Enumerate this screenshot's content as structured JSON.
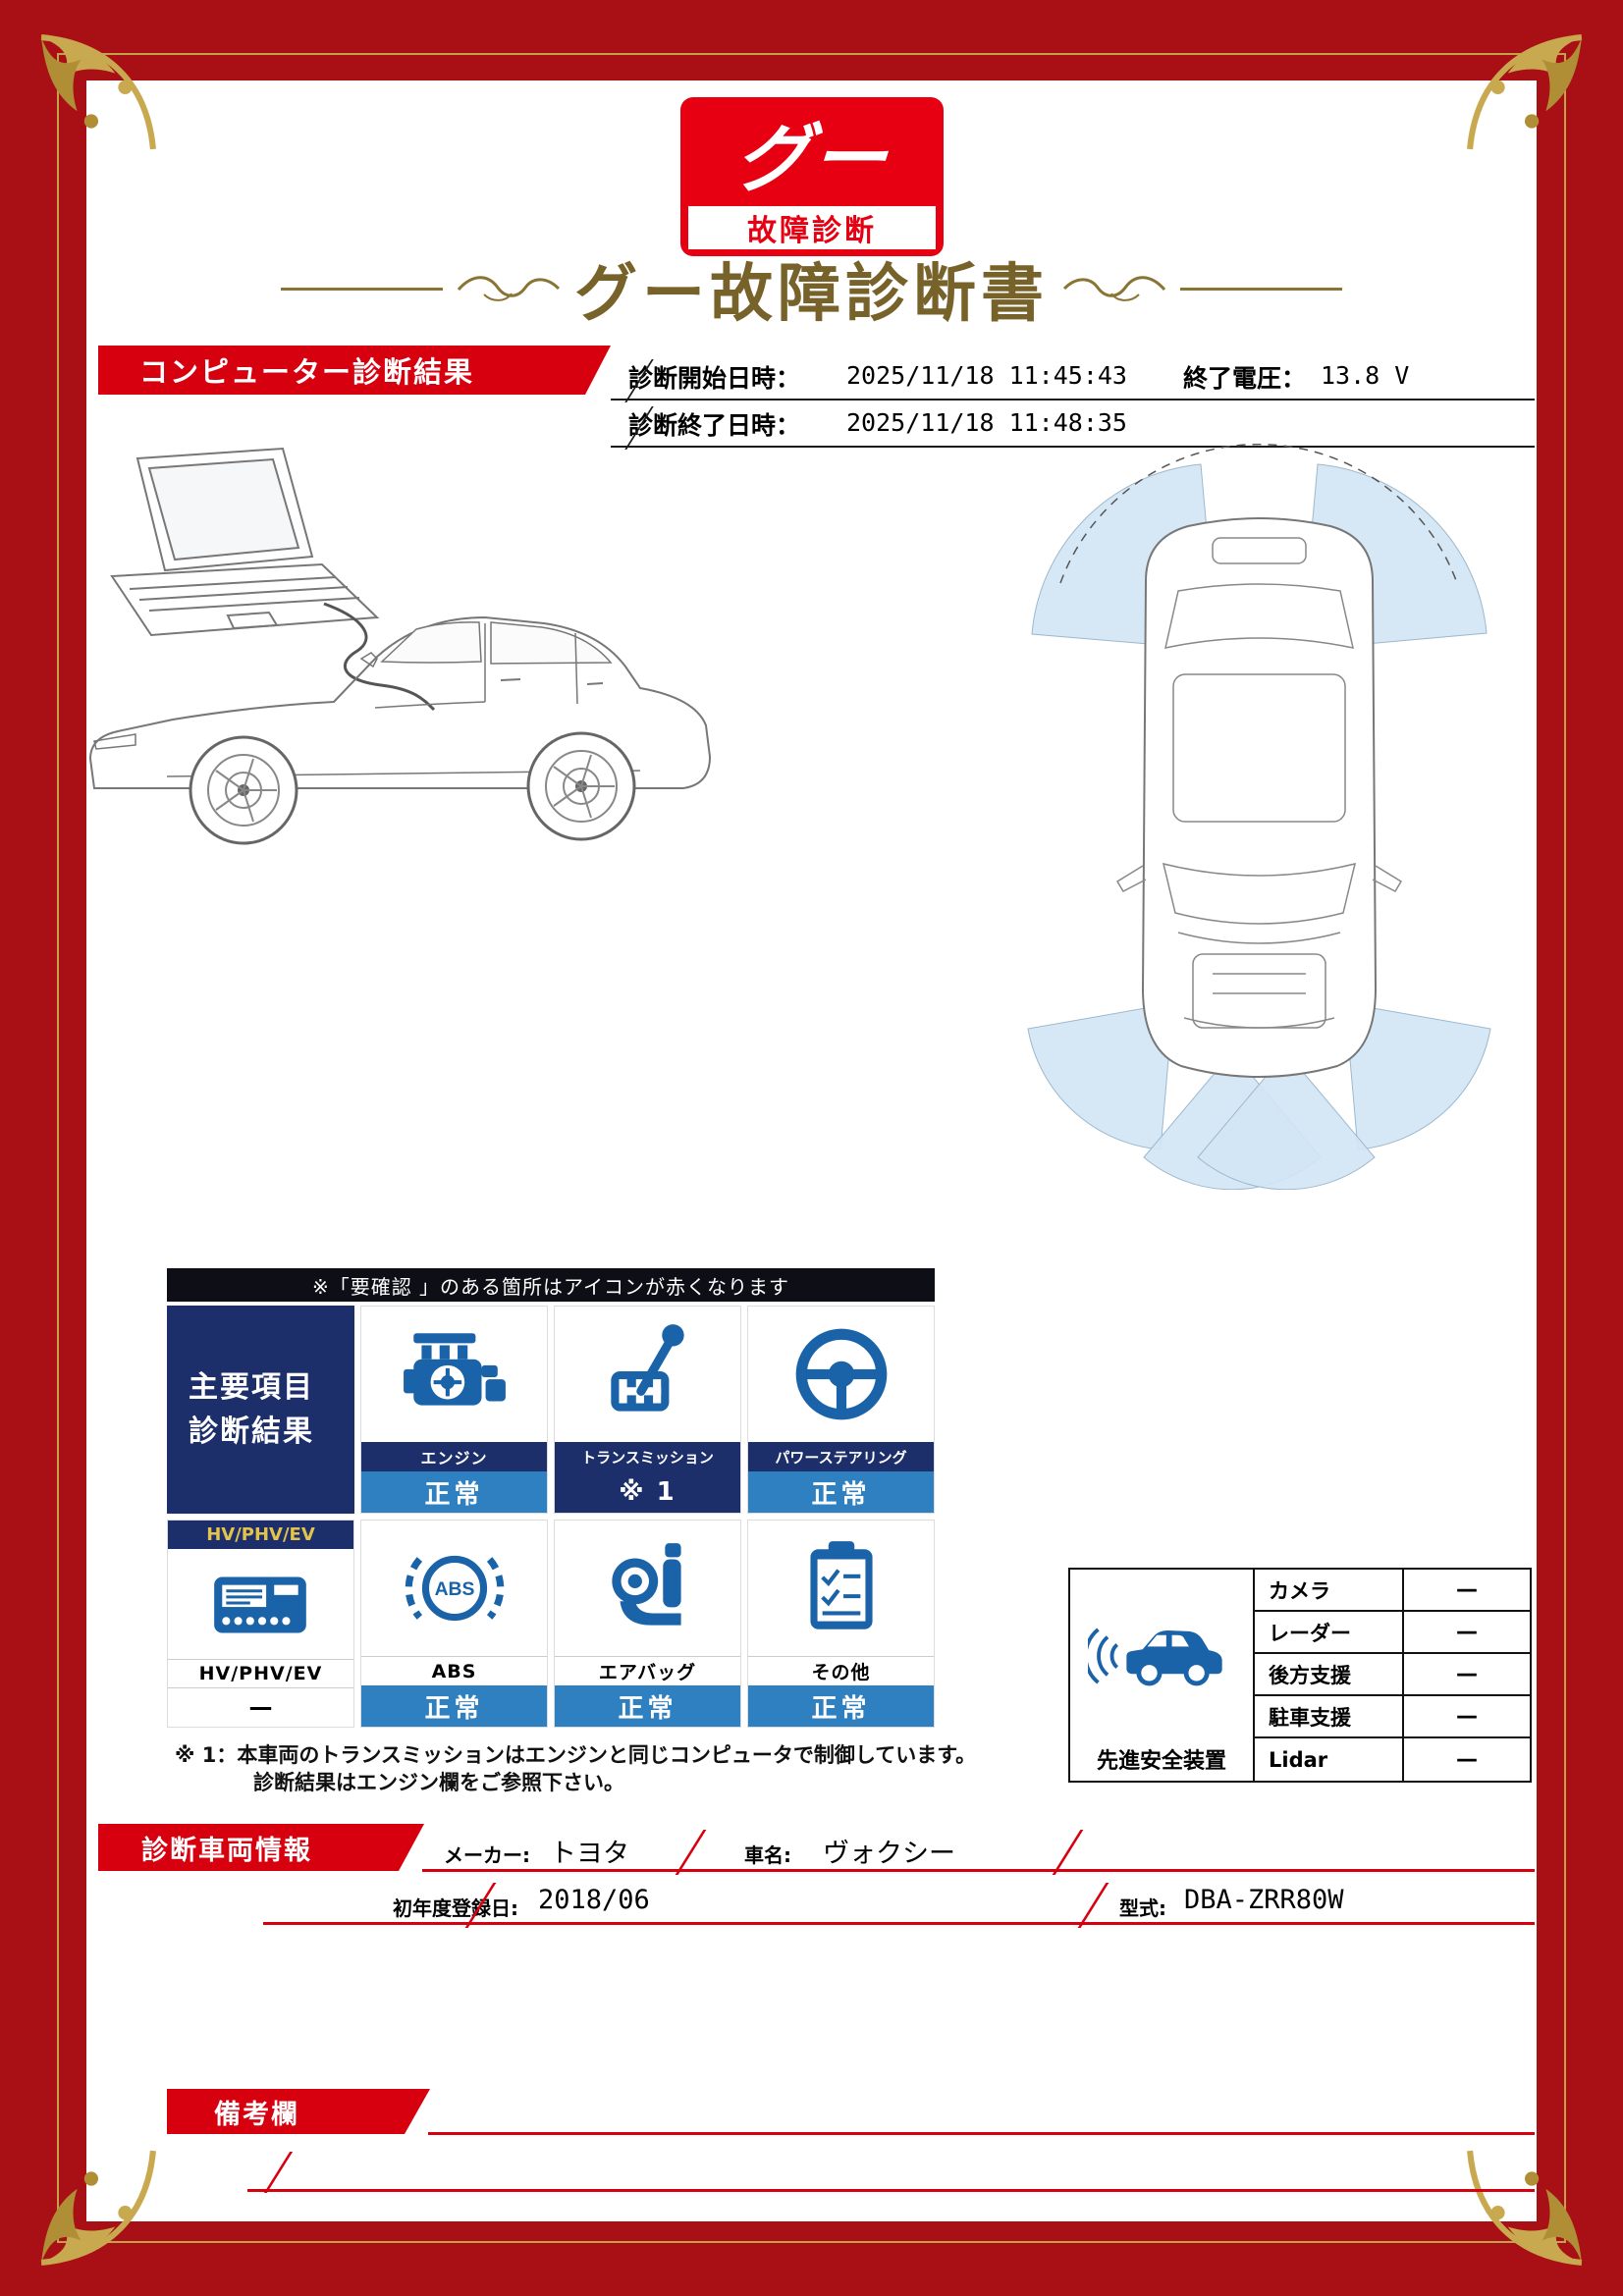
{
  "logo": {
    "main": "グー",
    "sub": "故障診断"
  },
  "title": "グー故障診断書",
  "computer": {
    "banner": "コンピューター診断結果",
    "start_label": "診断開始日時：",
    "start_value": "2025/11/18 11:45:43",
    "voltage_label": "終了電圧：",
    "voltage_value": "13.8 V",
    "end_label": "診断終了日時：",
    "end_value": "2025/11/18 11:48:35"
  },
  "notice": "※「要確認 」のある箇所はアイコンが赤くなります",
  "grid": {
    "header_line1": "主要項目",
    "header_line2": "診断結果",
    "items": [
      {
        "icon": "engine-icon",
        "label": "エンジン",
        "status": "正常"
      },
      {
        "icon": "transmission-icon",
        "label": "トランスミッション",
        "status": "※ 1"
      },
      {
        "icon": "power-steering-icon",
        "label": "パワーステアリング",
        "status": "正常"
      },
      {
        "icon": "hv-phv-ev-icon",
        "band": "HV/PHV/EV",
        "label": "HV/PHV/EV",
        "status": "—"
      },
      {
        "icon": "abs-icon",
        "label": "ABS",
        "status": "正常"
      },
      {
        "icon": "airbag-icon",
        "label": "エアバッグ",
        "status": "正常"
      },
      {
        "icon": "other-icon",
        "label": "その他",
        "status": "正常"
      }
    ]
  },
  "safety": {
    "label": "先進安全装置",
    "rows": [
      {
        "name": "カメラ",
        "value": "—"
      },
      {
        "name": "レーダー",
        "value": "—"
      },
      {
        "name": "後方支援",
        "value": "—"
      },
      {
        "name": "駐車支援",
        "value": "—"
      },
      {
        "name": "Lidar",
        "value": "—"
      }
    ]
  },
  "footnote": {
    "line1": "※ 1：本車両のトランスミッションはエンジンと同じコンピュータで制御しています。",
    "line2": "診断結果はエンジン欄をご参照下さい。"
  },
  "vehicle": {
    "banner": "診断車両情報",
    "maker_label": "メーカー:",
    "maker_value": "トヨタ",
    "name_label": "車名:",
    "name_value": "ヴォクシー",
    "reg_label": "初年度登録日:",
    "reg_value": "2018/06",
    "model_label": "型式:",
    "model_value": "DBA-ZRR80W"
  },
  "remarks": {
    "banner": "備考欄"
  },
  "colors": {
    "brand_red": "#e60012",
    "banner_red": "#d7000f",
    "frame_red": "#a81015",
    "navy": "#1c2f6b",
    "icon_blue": "#1a63a8",
    "status_blue": "#2f80c0",
    "gold": "#c2a24a"
  }
}
